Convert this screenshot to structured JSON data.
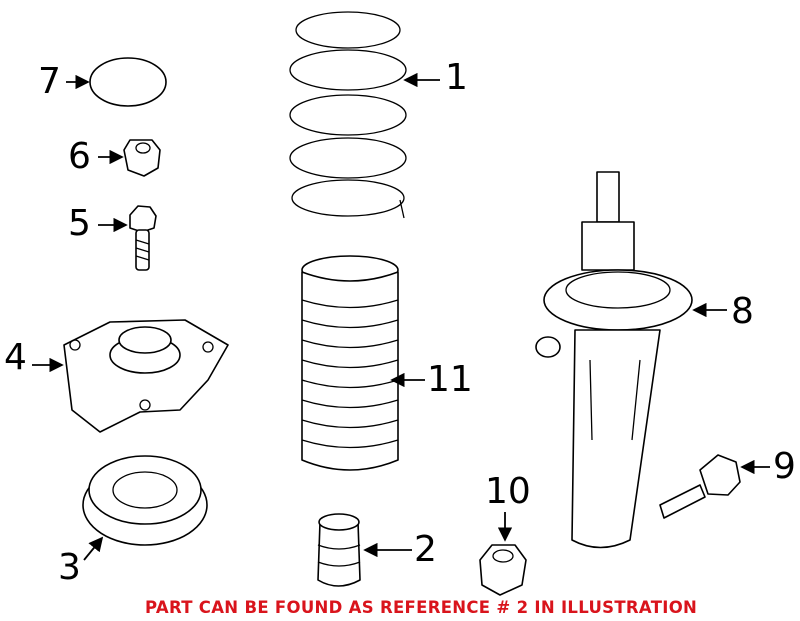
{
  "callouts": [
    "1",
    "2",
    "3",
    "4",
    "5",
    "6",
    "7",
    "8",
    "9",
    "10",
    "11"
  ],
  "note": "PART CAN BE FOUND AS REFERENCE # 2 IN ILLUSTRATION",
  "colors": {
    "note": "#d9141c",
    "lines": "#000000"
  }
}
